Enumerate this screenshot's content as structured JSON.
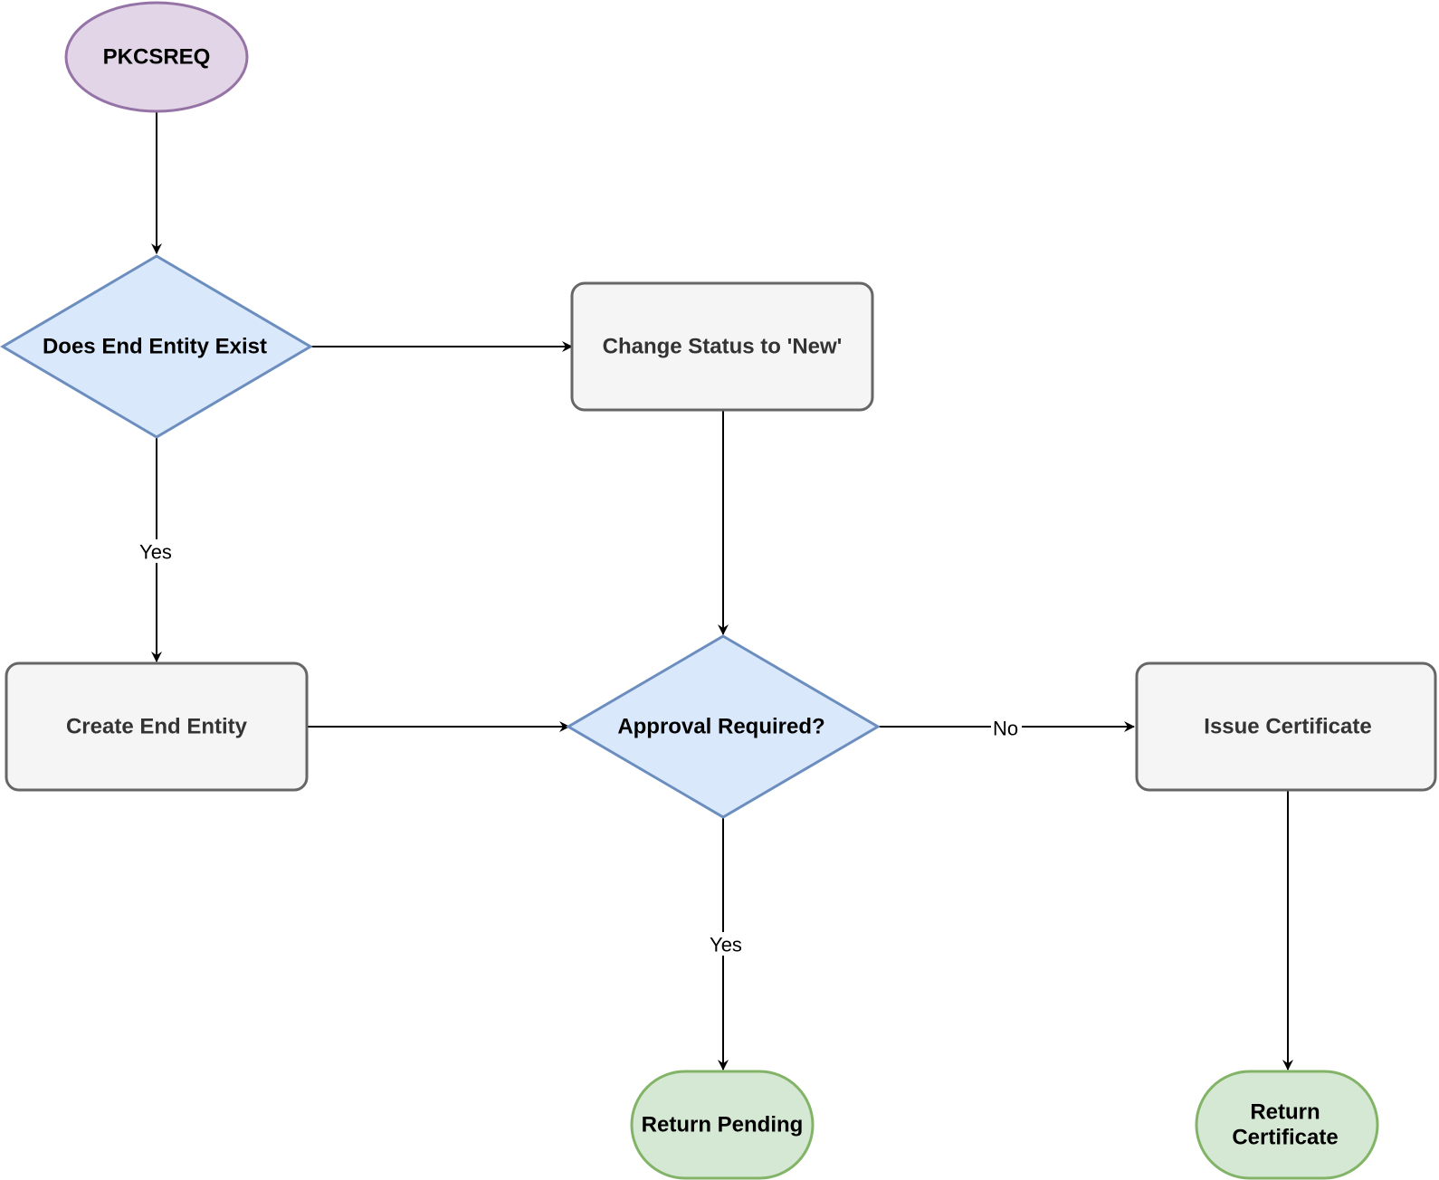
{
  "diagram": {
    "nodes": {
      "start": {
        "label": "PKCSREQ",
        "shape": "ellipse",
        "fill": "#e1d5e7",
        "stroke": "#9673a6"
      },
      "exists": {
        "label": "Does End Entity Exist",
        "shape": "diamond",
        "fill": "#dae8fc",
        "stroke": "#6c8ebf"
      },
      "change_status": {
        "label": "Change Status to 'New'",
        "shape": "rounded-rect",
        "fill": "#f5f5f5",
        "stroke": "#666666"
      },
      "create_entity": {
        "label": "Create End Entity",
        "shape": "rounded-rect",
        "fill": "#f5f5f5",
        "stroke": "#666666"
      },
      "approval": {
        "label": "Approval Required?",
        "shape": "diamond",
        "fill": "#dae8fc",
        "stroke": "#6c8ebf"
      },
      "issue_cert": {
        "label": "Issue Certificate",
        "shape": "rounded-rect",
        "fill": "#f5f5f5",
        "stroke": "#666666"
      },
      "return_pending": {
        "label": "Return Pending",
        "shape": "terminator",
        "fill": "#d5e8d4",
        "stroke": "#82b366"
      },
      "return_cert": {
        "label_line1": "Return",
        "label_line2": "Certificate",
        "shape": "terminator",
        "fill": "#d5e8d4",
        "stroke": "#82b366"
      }
    },
    "edges": [
      {
        "from": "start",
        "to": "exists",
        "label": ""
      },
      {
        "from": "exists",
        "to": "change_status",
        "label": ""
      },
      {
        "from": "exists",
        "to": "create_entity",
        "label": "Yes"
      },
      {
        "from": "change_status",
        "to": "approval",
        "label": ""
      },
      {
        "from": "create_entity",
        "to": "approval",
        "label": ""
      },
      {
        "from": "approval",
        "to": "issue_cert",
        "label": "No"
      },
      {
        "from": "approval",
        "to": "return_pending",
        "label": "Yes"
      },
      {
        "from": "issue_cert",
        "to": "return_cert",
        "label": ""
      }
    ],
    "edge_labels": {
      "exists_yes": "Yes",
      "approval_no": "No",
      "approval_yes": "Yes"
    },
    "text_colors": {
      "dark": "#000000",
      "process": "#333333"
    }
  }
}
